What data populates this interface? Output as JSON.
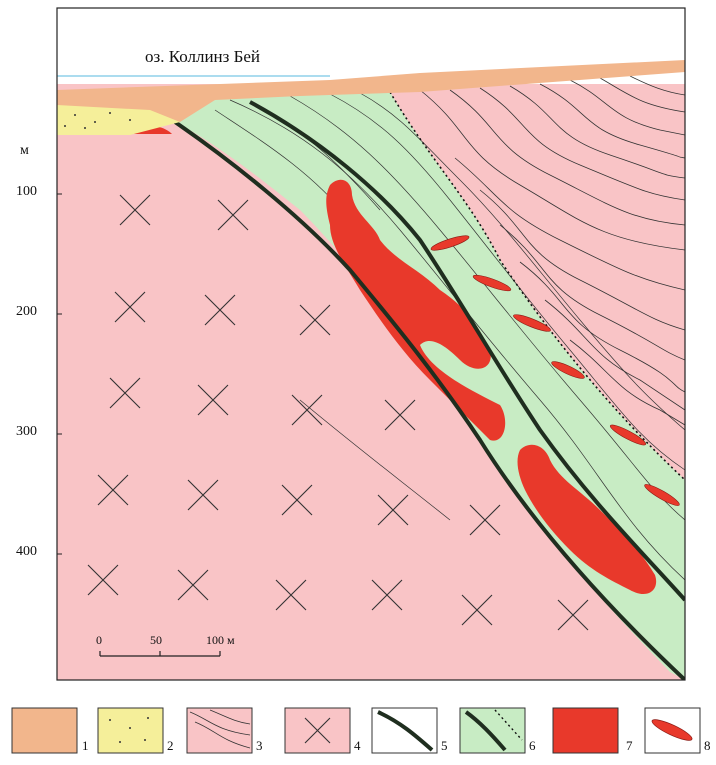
{
  "lake_label": "оз. Коллинз Бей",
  "depth_axis": {
    "unit": "м",
    "ticks": [
      "100",
      "200",
      "300",
      "400"
    ]
  },
  "scale_bar": {
    "ticks": [
      "0",
      "50",
      "100 м"
    ]
  },
  "legend": {
    "items": [
      "1",
      "2",
      "3",
      "4",
      "5",
      "6",
      "7",
      "8"
    ]
  },
  "colors": {
    "unit1_overburden": "#f2b68c",
    "unit2_yellow": "#f5ef9a",
    "unit3_4_host": "#f9c4c6",
    "unit6_green": "#c8ecc4",
    "unit7_ore": "#e8392b",
    "fault": "#1f2e1f",
    "lake": "#8fd0ea"
  }
}
